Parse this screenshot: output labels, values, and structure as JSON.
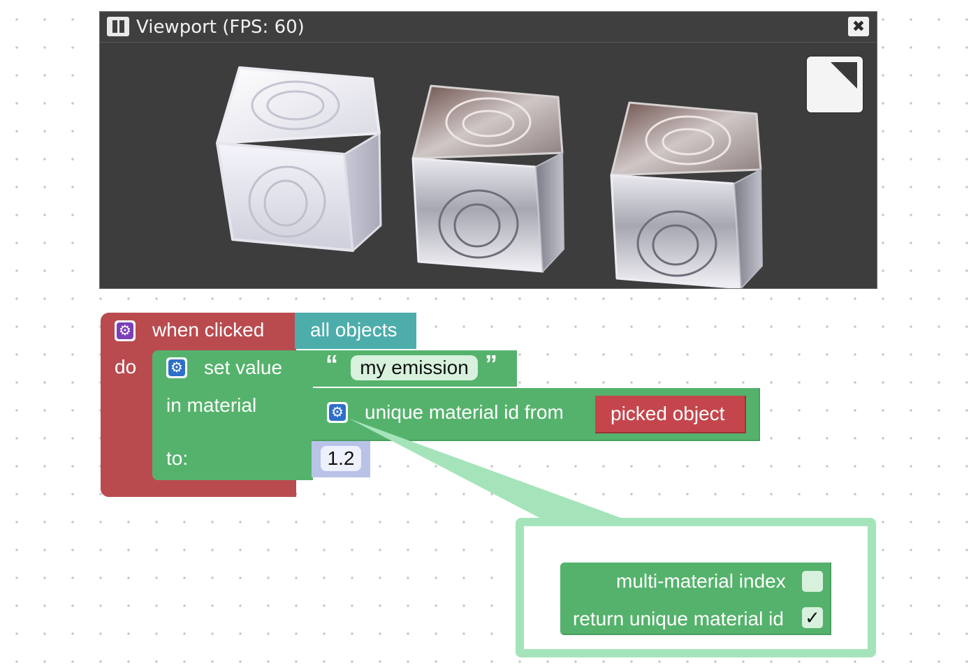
{
  "viewport": {
    "title": "Viewport (FPS: 60)",
    "pause_icon": "pause-icon",
    "close_icon": "close-icon",
    "close_glyph": "✖",
    "fullscreen_icon": "fullscreen-icon"
  },
  "blocks": {
    "event": {
      "label": "when clicked",
      "do_label": "do",
      "target": "all objects",
      "color": "#b94b4f",
      "target_color": "#4dadab"
    },
    "set_value": {
      "label": "set value",
      "in_material_label": "in material",
      "to_label": "to:",
      "quote_open": "“",
      "quote_close": "”",
      "property": "my emission",
      "color": "#55b26c"
    },
    "unique_material": {
      "label": "unique material id from",
      "source": "picked object",
      "source_color": "#c4464c"
    },
    "number": {
      "value": "1.2",
      "color": "#b9c3e8"
    },
    "gear_glyph": "⚙"
  },
  "mutator": {
    "multi_index_label": "multi-material index",
    "multi_index_checked": false,
    "return_unique_label": "return unique material id",
    "return_unique_checked": true,
    "check_glyph": "✓",
    "bubble_color": "#a5e4ba"
  }
}
